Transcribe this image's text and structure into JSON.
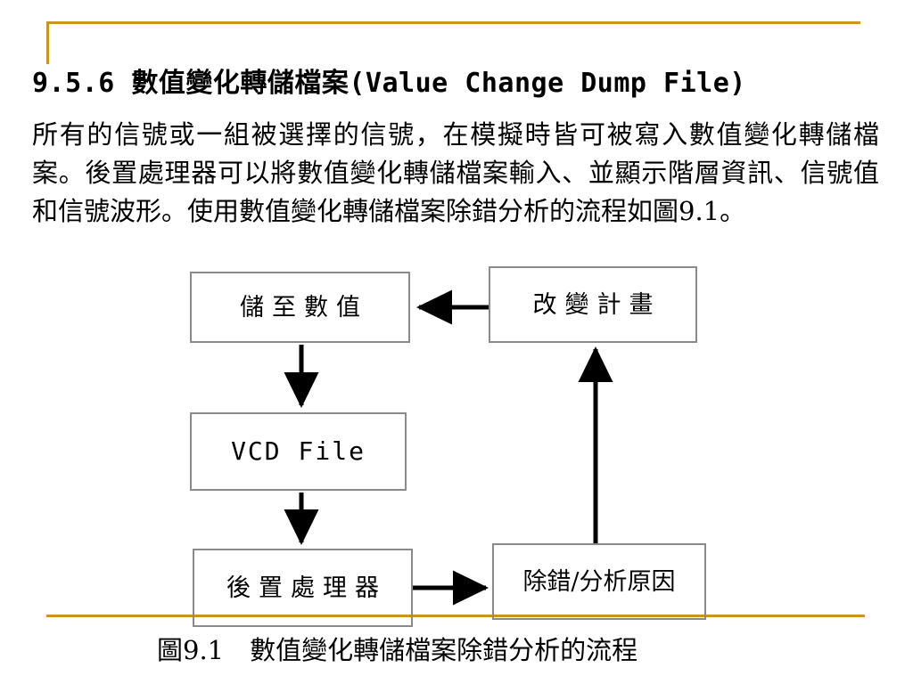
{
  "slide": {
    "title": "9.5.6 數值變化轉儲檔案(Value Change Dump File)",
    "body": "所有的信號或一組被選擇的信號，在模擬時皆可被寫入數值變化轉儲檔案。後置處理器可以將數值變化轉儲檔案輸入、並顯示階層資訊、信號值和信號波形。使用數值變化轉儲檔案除錯分析的流程如圖9.1。",
    "accent_color": "#c8961e",
    "text_color": "#000000",
    "background_color": "#ffffff"
  },
  "figure": {
    "caption": "圖9.1　數值變化轉儲檔案除錯分析的流程",
    "border_color": "#8a8a8a",
    "arrow_color": "#000000",
    "nodes": [
      {
        "id": "store",
        "label": "儲至數值"
      },
      {
        "id": "change",
        "label": "改變計畫"
      },
      {
        "id": "vcd",
        "label": "VCD File"
      },
      {
        "id": "post",
        "label": "後置處理器"
      },
      {
        "id": "debug",
        "label": "除錯/分析原因"
      }
    ],
    "edges": [
      {
        "from": "change",
        "to": "store",
        "direction": "left"
      },
      {
        "from": "store",
        "to": "vcd",
        "direction": "down"
      },
      {
        "from": "vcd",
        "to": "post",
        "direction": "down"
      },
      {
        "from": "post",
        "to": "debug",
        "direction": "right"
      },
      {
        "from": "debug",
        "to": "change",
        "direction": "up"
      }
    ]
  }
}
